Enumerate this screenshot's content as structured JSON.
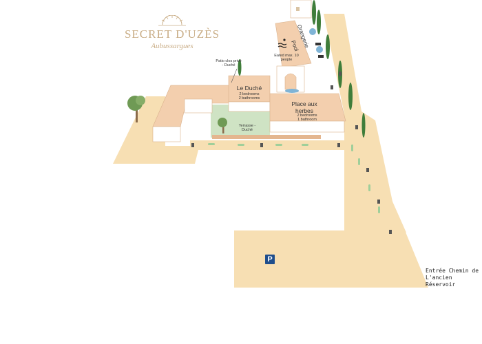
{
  "brand": {
    "name": "SECRET D'UZÈS",
    "subtitle": "Aubussargues"
  },
  "labels": {
    "patio": "Patio clos privé - Duché",
    "le_duche_name": "Le Duché",
    "le_duche_bedrooms": "2 bedrooms",
    "le_duche_bathrooms": "2 bathrooms",
    "place_name": "Place aux herbes",
    "place_bedrooms": "2 bedrooms",
    "place_bathroom": "1 bathroom",
    "terrasse": "Terrasse - Duché",
    "orangerie": "Orangerie",
    "pool": "Pool",
    "eated_max": "Eated max. 10 people",
    "entrance_line1": "Entrée Chemin de",
    "entrance_line2": "L'ancien Réservoir",
    "parking": "P"
  },
  "colors": {
    "ground": "#f7dfb3",
    "roof": "#f3cfae",
    "roof_dark": "#e4b68f",
    "wall": "#ffffff",
    "garden": "#cfe3c4",
    "tree_green": "#3f7d3a",
    "parking_blue": "#1f4e8c",
    "logo_gold": "#c9ad86"
  }
}
